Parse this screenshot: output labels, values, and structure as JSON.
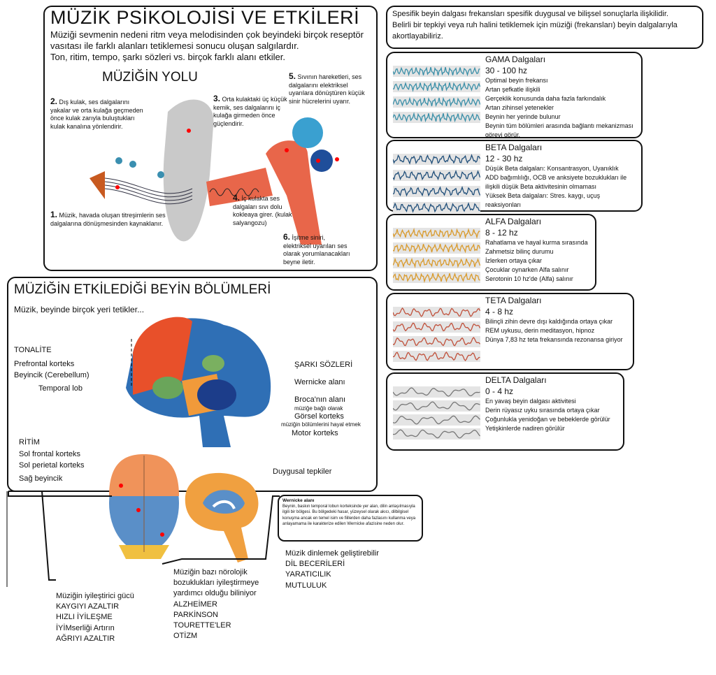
{
  "colors": {
    "gama": "#3a8fa8",
    "beta": "#1f4e79",
    "alfa": "#d99a2b",
    "teta": "#c0503a",
    "delta": "#777777",
    "ear": "#c9c9c9",
    "canal": "#e8664a",
    "inner": "#3aa0d0"
  },
  "main": {
    "title": "MÜZİK PSİKOLOJİSİ VE ETKİLERİ",
    "intro": [
      "Müziği sevmenin nedeni ritm veya melodisinden çok beyindeki birçok reseptör",
      "vasıtası ile farklı alanları tetiklemesi sonucu oluşan salgılardır.",
      "Ton, ritim, tempo, şarkı sözleri vs. birçok farklı alanı etkiler."
    ],
    "path_title": "MÜZİĞİN YOLU",
    "steps": [
      {
        "n": "1.",
        "text": "Müzik, havada oluşan titreşimlerin ses dalgalarına dönüşmesinden kaynaklanır."
      },
      {
        "n": "2.",
        "text": "Dış kulak, ses dalgalarını yakalar ve orta kulağa geçmeden önce kulak zarıyla buluştukları kulak kanalına yönlendirir."
      },
      {
        "n": "3.",
        "text": "Orta kulaktaki üç küçük kemik, ses dalgalarını iç kulağa girmeden önce güçlendirir."
      },
      {
        "n": "4.",
        "text": "İç kulakta ses dalgaları sıvı dolu kokleaya girer. (kulak salyangozu)"
      },
      {
        "n": "5.",
        "text": "Sıvının hareketleri, ses dalgalarını elektriksel uyarılara dönüştüren küçük sinir hücrelerini uyarır."
      },
      {
        "n": "6.",
        "text": "İşitme siniri, elektriksel uyarıları ses olarak yorumlanacakları beyne iletir."
      }
    ]
  },
  "brain": {
    "title": "MÜZİĞİN ETKİLEDİĞİ BEYİN BÖLÜMLERİ",
    "subtitle": "Müzik, beyinde birçok yeri tetikler...",
    "left_labels": [
      "TONALİTE",
      "Prefrontal korteks",
      "Beyincik (Cerebellum)",
      "Temporal lob"
    ],
    "right_labels": {
      "sarki": "ŞARKI SÖZLERİ",
      "wernicke": "Wernicke alanı",
      "broca": "Broca'nın alanı",
      "broca_sub": "müziğe bağlı olarak",
      "gorsel": "Görsel korteks",
      "gorsel_sub": "müziğin bölümlerini hayal etmek",
      "motor": "Motor korteks"
    },
    "rhythm_labels": [
      "RİTİM",
      "Sol frontal korteks",
      "Sol perietal korteks",
      "Sağ beyincik"
    ],
    "emotion_label": "Duygusal tepkiler"
  },
  "wernicke_note": {
    "title": "Wernicke alanı",
    "text": "Beynin, baskın temporal lobun korteksinde yer alan, dilin anlaşılmasıyla ilgili bir bölgesi. Bu bölgedeki hasar, yüzeysel olarak akıcı, dilbilgisel konuşma ancak en temel isim ve fiillerden daha fazlasını kullanma veya anlayamama ile karakterize edilen Wernicke afazisine neden olur."
  },
  "lists": {
    "healing": [
      "Müziğin iyileştirici gücü",
      "KAYGIYI AZALTIR",
      "HIZLI İYİLEŞME",
      "İYİMserliği Artırın",
      "AĞRIYI AZALTIR"
    ],
    "neuro": [
      "Müziğin bazı nörolojik",
      "bozuklukları iyileştirmeye",
      "yardımcı olduğu biliniyor",
      "ALZHEİMER",
      "PARKİNSON",
      "TOURETTE'LER",
      "OTİZM"
    ],
    "skills": [
      "Müzik dinlemek geliştirebilir",
      "DİL BECERİLERİ",
      "YARATICILIK",
      "MUTLULUK"
    ]
  },
  "waves_intro": [
    "Spesifik beyin dalgası frekansları spesifik duygusal ve bilişsel sonuçlarla ilişkilidir.",
    "Belirli bir tepkiyi veya ruh halini tetiklemek için müziği (frekansları) beyin dalgalarıyla",
    "akortlayabiliriz."
  ],
  "waves": [
    {
      "name": "GAMA Dalgaları",
      "range": "30 - 100 hz",
      "color": "#3a8fa8",
      "lines": [
        "Optimal beyin frekansı",
        "Artan şefkatle ilişkili",
        "Gerçeklik konusunda daha fazla farkındalık",
        "Artan zihinsel yetenekler",
        "Beynin her yerinde bulunur",
        "Beynin tüm bölümleri arasında bağlantı mekanizması görevi görür."
      ]
    },
    {
      "name": "BETA Dalgaları",
      "range": "12 - 30 hz",
      "color": "#1f4e79",
      "lines": [
        "Düşük Beta dalgaları: Konsantrasyon, Uyanıklık",
        "ADD bağımlılığı, OCB ve anksiyete bozuklukları ile ilişkili düşük Beta aktivitesinin olmaması",
        "Yüksek Beta dalgaları: Stres. kaygı, uçuş reaksiyonları"
      ]
    },
    {
      "name": "ALFA Dalgaları",
      "range": "8 - 12 hz",
      "color": "#d99a2b",
      "lines": [
        "Rahatlama ve hayal kurma sırasında",
        "Zahmetsiz bilinç durumu",
        "İzlerken ortaya çıkar",
        "Çocuklar oynarken Alfa salınır",
        "Serotonin 10 hz'de (Alfa)  salınır"
      ]
    },
    {
      "name": "TETA Dalgaları",
      "range": "4 - 8 hz",
      "color": "#c0503a",
      "lines": [
        "Bilinçli zihin devre dışı kaldığında ortaya çıkar",
        "REM uykusu, derin meditasyon, hipnoz",
        "Dünya 7,83 hz teta frekansında rezonansa giriyor"
      ]
    },
    {
      "name": "DELTA Dalgaları",
      "range": "0 - 4 hz",
      "color": "#777777",
      "lines": [
        "En yavaş beyin dalgası aktivitesi",
        "Derin rüyasız uyku sırasında ortaya çıkar",
        "Çoğunlukla yenidoğan ve bebeklerde görülür",
        "Yetişkinlerde nadiren görülür"
      ]
    }
  ]
}
